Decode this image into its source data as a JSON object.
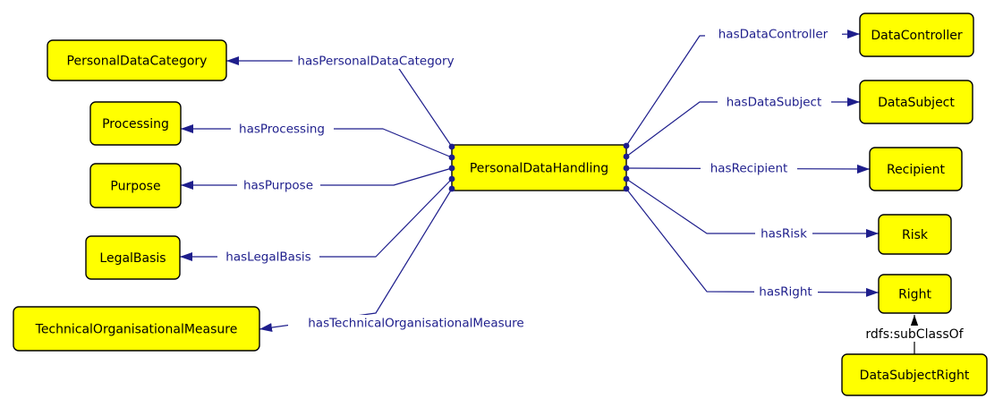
{
  "diagram": {
    "type": "ontology-graph",
    "colors": {
      "node_fill": "#ffff00",
      "node_border": "#000000",
      "node_text": "#000000",
      "edge": "#1e1e8c",
      "subclass_edge": "#000000",
      "background": "#ffffff"
    },
    "nodes": [
      {
        "id": "personal-data-handling",
        "label": "PersonalDataHandling",
        "role": "center"
      },
      {
        "id": "personal-data-category",
        "label": "PersonalDataCategory"
      },
      {
        "id": "processing",
        "label": "Processing"
      },
      {
        "id": "purpose",
        "label": "Purpose"
      },
      {
        "id": "legal-basis",
        "label": "LegalBasis"
      },
      {
        "id": "technical-organisational-measure",
        "label": "TechnicalOrganisationalMeasure"
      },
      {
        "id": "data-controller",
        "label": "DataController"
      },
      {
        "id": "data-subject",
        "label": "DataSubject"
      },
      {
        "id": "recipient",
        "label": "Recipient"
      },
      {
        "id": "risk",
        "label": "Risk"
      },
      {
        "id": "right",
        "label": "Right"
      },
      {
        "id": "data-subject-right",
        "label": "DataSubjectRight"
      }
    ],
    "edges": [
      {
        "from": "PersonalDataHandling",
        "to": "PersonalDataCategory",
        "label": "hasPersonalDataCategory",
        "type": "object-property"
      },
      {
        "from": "PersonalDataHandling",
        "to": "Processing",
        "label": "hasProcessing",
        "type": "object-property"
      },
      {
        "from": "PersonalDataHandling",
        "to": "Purpose",
        "label": "hasPurpose",
        "type": "object-property"
      },
      {
        "from": "PersonalDataHandling",
        "to": "LegalBasis",
        "label": "hasLegalBasis",
        "type": "object-property"
      },
      {
        "from": "PersonalDataHandling",
        "to": "TechnicalOrganisationalMeasure",
        "label": "hasTechnicalOrganisationalMeasure",
        "type": "object-property"
      },
      {
        "from": "PersonalDataHandling",
        "to": "DataController",
        "label": "hasDataController",
        "type": "object-property"
      },
      {
        "from": "PersonalDataHandling",
        "to": "DataSubject",
        "label": "hasDataSubject",
        "type": "object-property"
      },
      {
        "from": "PersonalDataHandling",
        "to": "Recipient",
        "label": "hasRecipient",
        "type": "object-property"
      },
      {
        "from": "PersonalDataHandling",
        "to": "Risk",
        "label": "hasRisk",
        "type": "object-property"
      },
      {
        "from": "PersonalDataHandling",
        "to": "Right",
        "label": "hasRight",
        "type": "object-property"
      },
      {
        "from": "DataSubjectRight",
        "to": "Right",
        "label": "rdfs:subClassOf",
        "type": "subclass"
      }
    ]
  }
}
